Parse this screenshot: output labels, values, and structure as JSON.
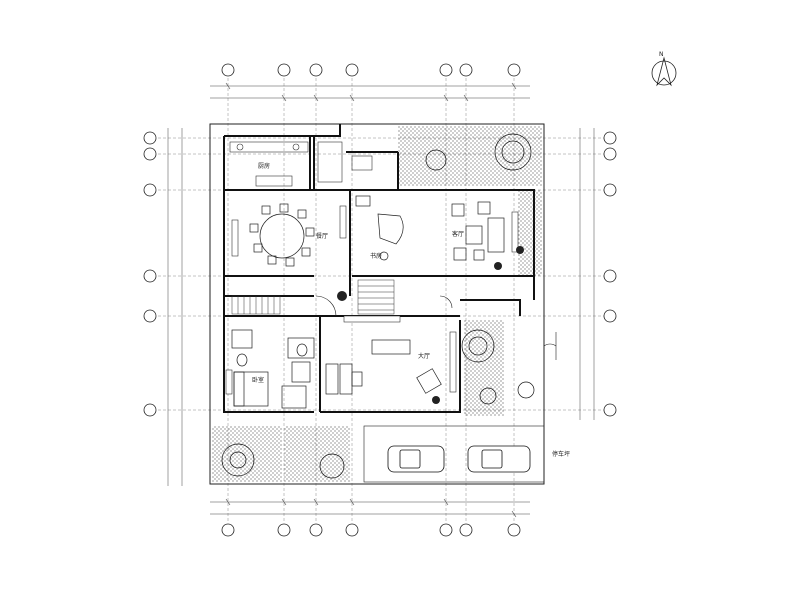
{
  "north": {
    "label": "N"
  },
  "rooms": {
    "kitchen": "厨房",
    "dining": "餐厅",
    "study": "书房",
    "living": "客厅",
    "bedroom": "卧室",
    "hall": "大厅",
    "parking": "停车坪"
  }
}
